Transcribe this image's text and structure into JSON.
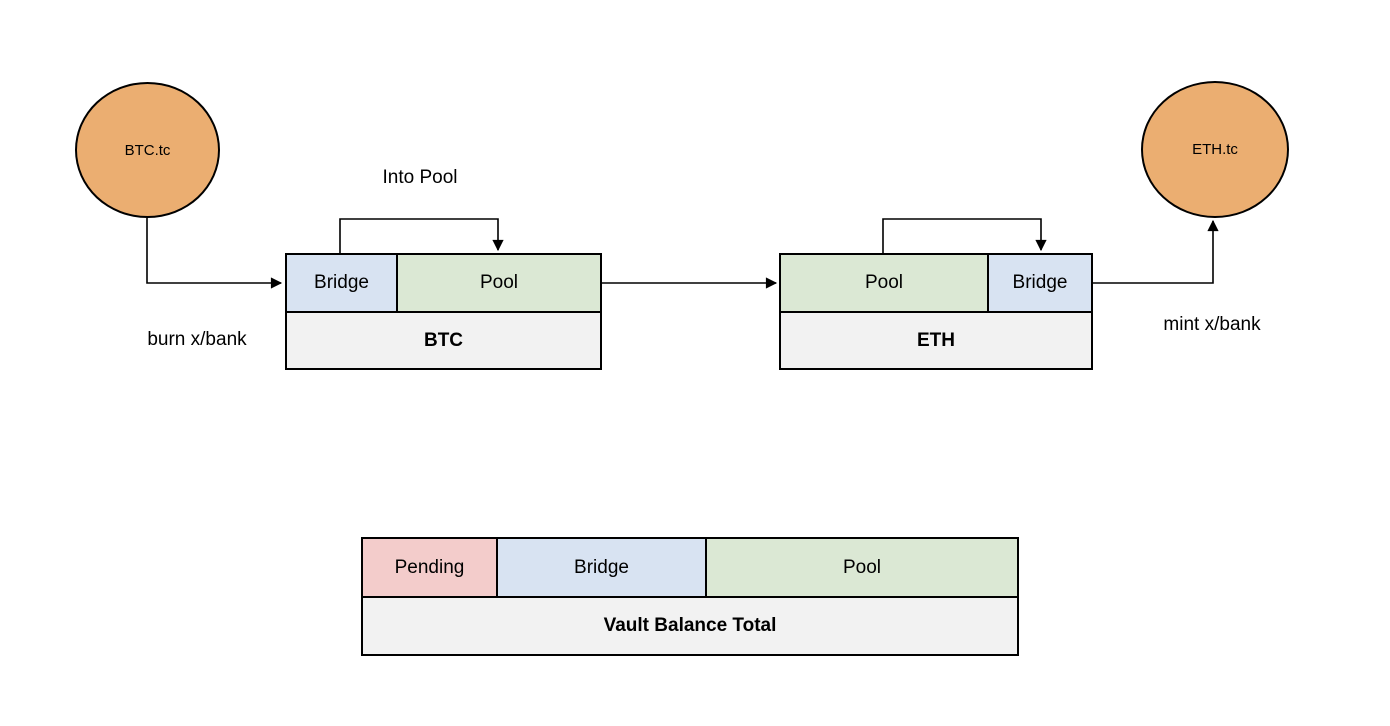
{
  "diagram": {
    "tokens": {
      "btc": {
        "label": "BTC.tc"
      },
      "eth": {
        "label": "ETH.tc"
      }
    },
    "chains": {
      "btc": {
        "title": "BTC",
        "bridge_label": "Bridge",
        "pool_label": "Pool"
      },
      "eth": {
        "title": "ETH",
        "pool_label": "Pool",
        "bridge_label": "Bridge"
      }
    },
    "vault": {
      "title": "Vault Balance Total",
      "pending_label": "Pending",
      "bridge_label": "Bridge",
      "pool_label": "Pool"
    },
    "annotations": {
      "into_pool": "Into Pool",
      "burn": "burn x/bank",
      "mint": "mint x/bank"
    },
    "colors": {
      "token_fill": "#EBAE71",
      "bridge_fill": "#D8E3F2",
      "pool_fill": "#DBE8D4",
      "pending_fill": "#F3CCCB",
      "title_fill": "#F2F2F2",
      "stroke": "#000000"
    }
  }
}
